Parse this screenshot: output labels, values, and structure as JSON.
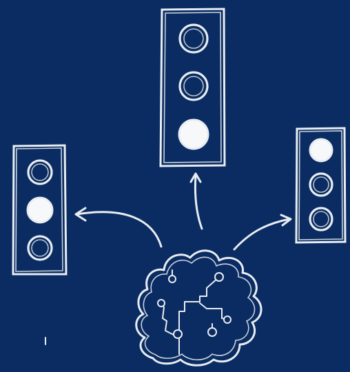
{
  "background_color": "#0a2c62",
  "line_color": "#e9edf2",
  "traffic_lights": [
    {
      "name": "left",
      "lit_lamp": 2
    },
    {
      "name": "top",
      "lit_lamp": 3
    },
    {
      "name": "right",
      "lit_lamp": 1
    }
  ],
  "icons": [
    "traffic-light-icon",
    "brain-circuit-icon",
    "arrow-icon"
  ]
}
